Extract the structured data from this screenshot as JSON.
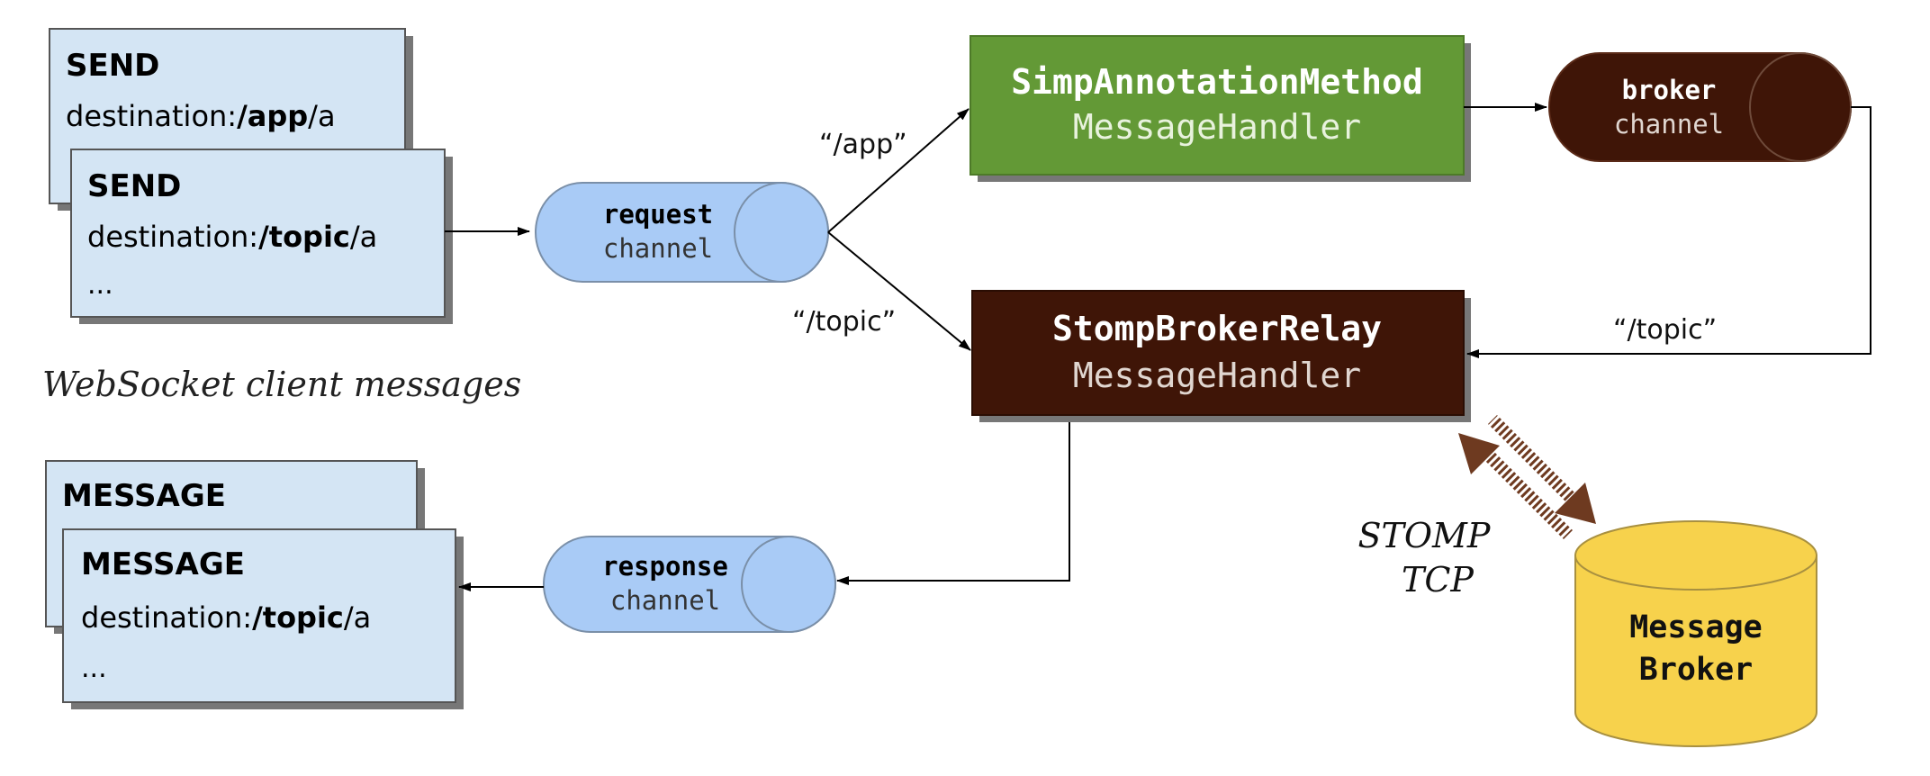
{
  "client_messages": {
    "send_back": {
      "command": "SEND",
      "dest_prefix": "destination:",
      "dest_path": "/app",
      "dest_suffix": "/a"
    },
    "send_front": {
      "command": "SEND",
      "dest_prefix": "destination:",
      "dest_path": "/topic",
      "dest_suffix": "/a",
      "ellipsis": "..."
    },
    "caption": "WebSocket client messages",
    "message_back": {
      "command": "MESSAGE"
    },
    "message_front": {
      "command": "MESSAGE",
      "dest_prefix": "destination:",
      "dest_path": "/topic",
      "dest_suffix": "/a",
      "ellipsis": "..."
    }
  },
  "channels": {
    "request": {
      "name": "request",
      "label": "channel"
    },
    "response": {
      "name": "response",
      "label": "channel"
    },
    "broker": {
      "name": "broker",
      "label": "channel"
    }
  },
  "handlers": {
    "simp": {
      "line1": "SimpAnnotationMethod",
      "line2": "MessageHandler"
    },
    "stomp": {
      "line1": "StompBrokerRelay",
      "line2": "MessageHandler"
    }
  },
  "routes": {
    "app": "“/app”",
    "topic_left": "“/topic”",
    "topic_right": "“/topic”"
  },
  "protocol": {
    "line1": "STOMP",
    "line2": "TCP"
  },
  "message_broker": {
    "line1": "Message",
    "line2": "Broker"
  },
  "colors": {
    "card_fill": "#d4e5f4",
    "channel_fill": "#a9cbf6",
    "simp_fill": "#639936",
    "dark_brown": "#3f1507",
    "broker_fill": "#f7d24c",
    "stripe_color": "#6e3a20"
  }
}
